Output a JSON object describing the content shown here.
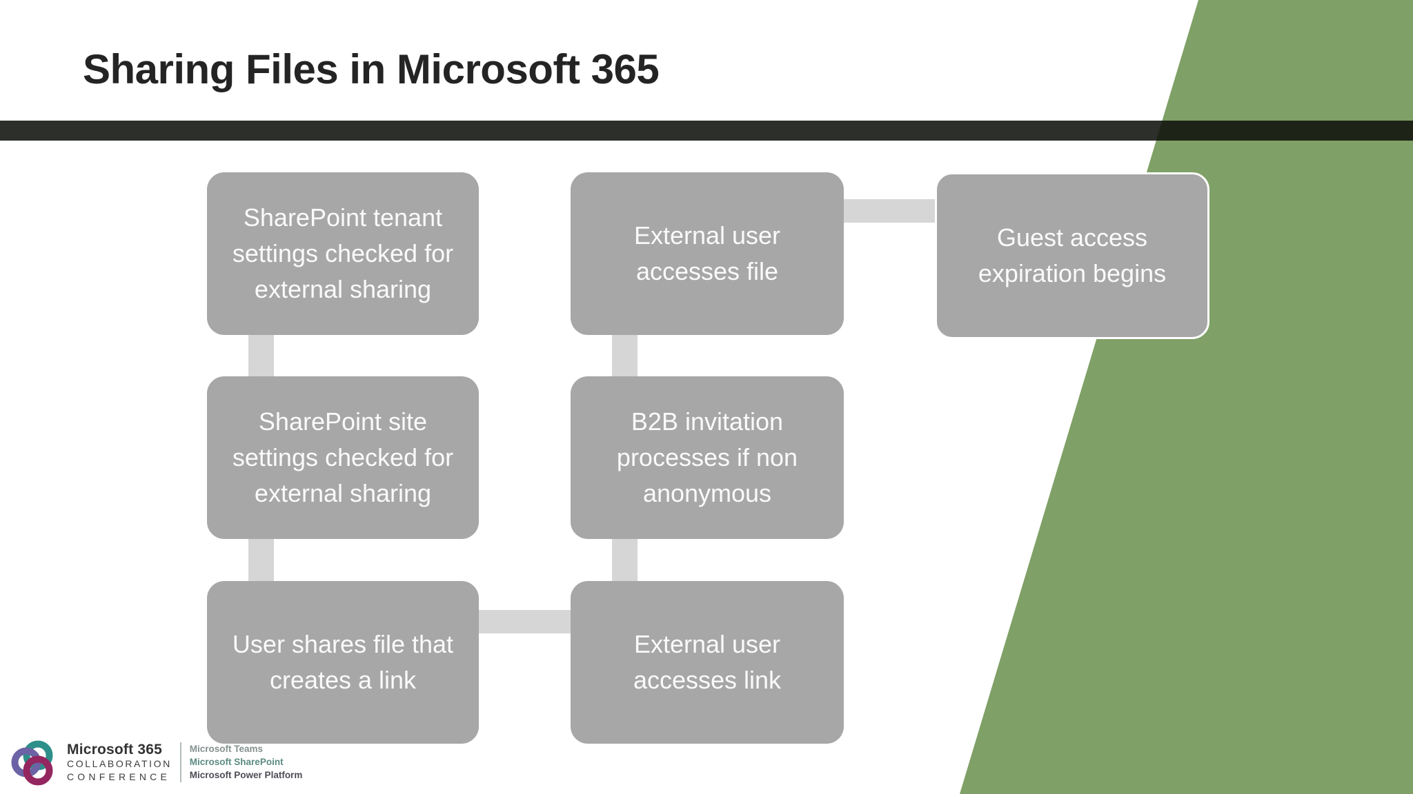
{
  "slide": {
    "title": "Sharing Files in Microsoft 365"
  },
  "colors": {
    "accent_green": "#7fa066",
    "header_bar": "rgba(16,18,12,0.88)",
    "box_fill": "#a7a7a7",
    "connector_fill": "#d6d6d6",
    "box_text": "#fafafa",
    "title_text": "#242424",
    "logo_teal": "#2e8f8a",
    "logo_purple": "#6b63a5",
    "logo_magenta": "#94275f",
    "product_teams": "#84918f",
    "product_sharepoint": "#5b8a82",
    "product_power_platform": "#4c4c55"
  },
  "diagram": {
    "type": "flowchart",
    "flow_order": [
      "step-1",
      "step-2",
      "step-3",
      "step-4",
      "step-5",
      "step-6",
      "step-7"
    ],
    "boxes": [
      {
        "id": "step-1",
        "label": "SharePoint tenant settings checked for external sharing",
        "lines": [
          "SharePoint tenant",
          "settings checked for",
          "external sharing"
        ]
      },
      {
        "id": "step-2",
        "label": "SharePoint site settings checked for external sharing",
        "lines": [
          "SharePoint site",
          "settings checked for",
          "external sharing"
        ]
      },
      {
        "id": "step-3",
        "label": "User shares file that creates a link",
        "lines": [
          "User shares file that",
          "creates a link"
        ]
      },
      {
        "id": "step-4",
        "label": "External user accesses link",
        "lines": [
          "External user",
          "accesses link"
        ]
      },
      {
        "id": "step-5",
        "label": "B2B invitation processes if non anonymous",
        "lines": [
          "B2B invitation",
          "processes if non",
          "anonymous"
        ]
      },
      {
        "id": "step-6",
        "label": "External user accesses file",
        "lines": [
          "External user",
          "accesses file"
        ]
      },
      {
        "id": "step-7",
        "label": "Guest access expiration begins",
        "lines": [
          "Guest access",
          "expiration begins"
        ]
      }
    ],
    "connections": [
      {
        "from": "step-1",
        "to": "step-2",
        "direction": "down"
      },
      {
        "from": "step-2",
        "to": "step-3",
        "direction": "down"
      },
      {
        "from": "step-3",
        "to": "step-4",
        "direction": "right"
      },
      {
        "from": "step-4",
        "to": "step-5",
        "direction": "up"
      },
      {
        "from": "step-5",
        "to": "step-6",
        "direction": "up"
      },
      {
        "from": "step-6",
        "to": "step-7",
        "direction": "right"
      }
    ]
  },
  "footer_logo": {
    "brand": "Microsoft 365",
    "line2": "COLLABORATION",
    "line3": "CONFERENCE",
    "products": [
      "Microsoft Teams",
      "Microsoft SharePoint",
      "Microsoft Power Platform"
    ]
  }
}
